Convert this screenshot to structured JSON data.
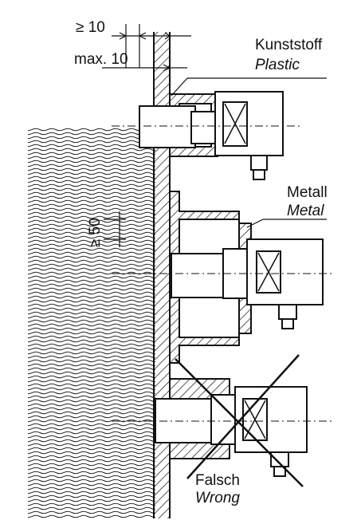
{
  "dims": {
    "min_gap": "≥ 10",
    "max_gap": "max. 10",
    "spacing": "≥ 50"
  },
  "labels": {
    "plastic_de": "Kunststoff",
    "plastic_en": "Plastic",
    "metal_de": "Metall",
    "metal_en": "Metal",
    "wrong_de": "Falsch",
    "wrong_en": "Wrong"
  }
}
